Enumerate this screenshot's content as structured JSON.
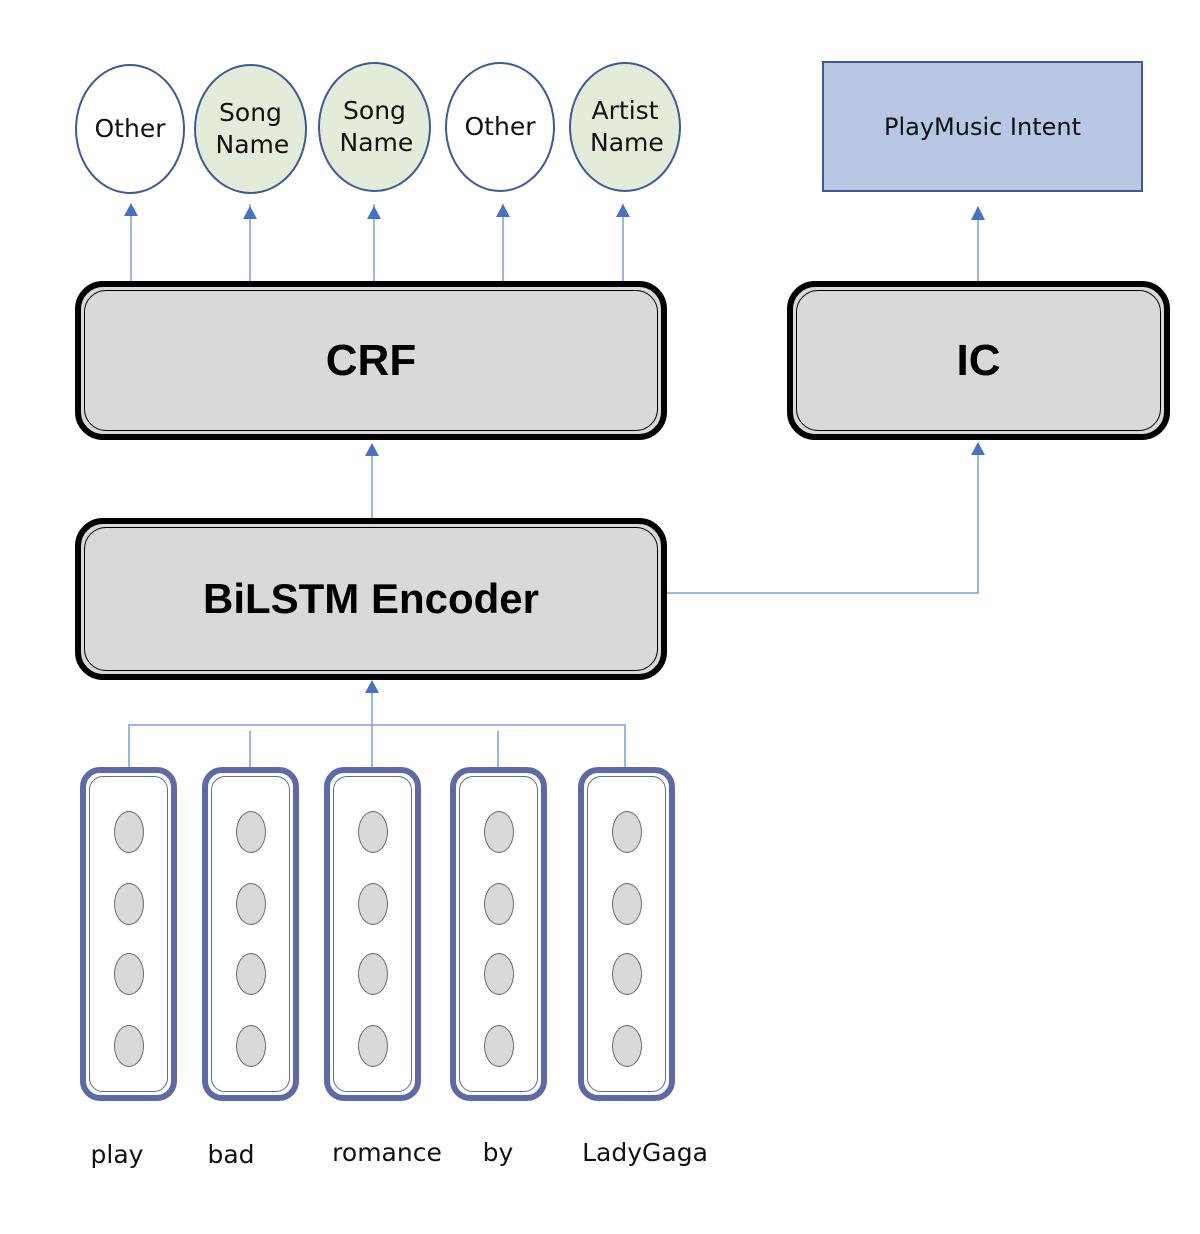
{
  "diagram": {
    "title": "BiLSTM-CRF joint slot filling and intent classification",
    "slot_labels": [
      {
        "text": "Other",
        "type": "plain"
      },
      {
        "text": "Song Name",
        "type": "entity"
      },
      {
        "text": "Song Name",
        "type": "entity"
      },
      {
        "text": "Other",
        "type": "plain"
      },
      {
        "text": "Artist Name",
        "type": "entity"
      }
    ],
    "intent_label": "PlayMusic Intent",
    "layers": {
      "crf": "CRF",
      "ic": "IC",
      "encoder": "BiLSTM Encoder"
    },
    "tokens": [
      "play",
      "bad",
      "romance",
      "by",
      "LadyGaga"
    ],
    "units_per_embedding": 4,
    "colors": {
      "arrow": "#4472c4",
      "entity_fill": "#e3ecd9",
      "intent_fill": "#b7c7e4",
      "layer_fill": "#d9d9d9",
      "embedding_border": "#5e6aa8"
    }
  }
}
